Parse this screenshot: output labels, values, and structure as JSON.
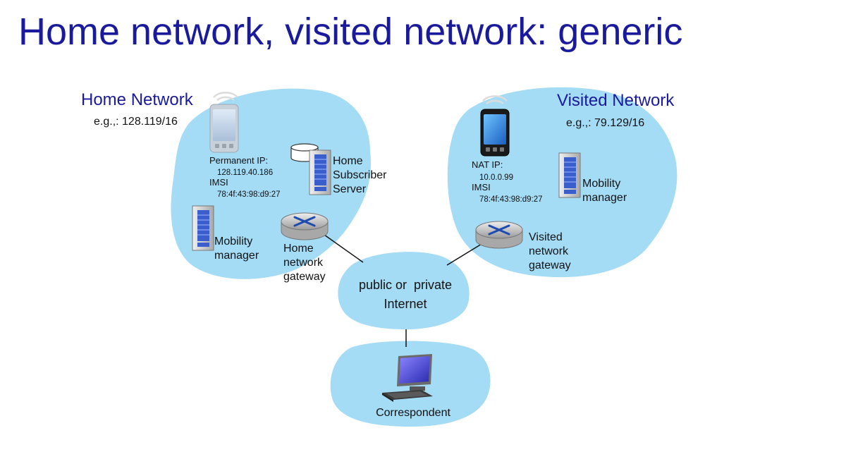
{
  "title": "Home network, visited network: generic",
  "home_network": {
    "name": "Home Network",
    "prefix": "e.g.,: 128.119/16",
    "phone": {
      "ip_label": "Permanent IP:",
      "ip_value": "128.119.40.186",
      "imsi_label": "IMSI",
      "imsi_value": "78:4f:43:98:d9:27"
    },
    "hss_label": [
      "Home",
      "Subscriber",
      "Server"
    ],
    "mobility_manager_label": [
      "Mobility",
      "manager"
    ],
    "gateway_label": [
      "Home",
      "network",
      "gateway"
    ]
  },
  "visited_network": {
    "name": "Visited Network",
    "prefix": "e.g.,: 79.129/16",
    "phone": {
      "ip_label": "NAT IP:",
      "ip_value": "10.0.0.99",
      "imsi_label": "IMSI",
      "imsi_value": "78:4f:43:98:d9:27"
    },
    "mobility_manager_label": [
      "Mobility",
      "manager"
    ],
    "gateway_label": [
      "Visited",
      "network",
      "gateway"
    ]
  },
  "internet": {
    "label": [
      "public or  private",
      "Internet"
    ]
  },
  "correspondent": {
    "label": "Correspondent"
  },
  "colors": {
    "title": "#1a1a9c",
    "cloud": "#a4dcf6",
    "server_body": "#d6d6d6",
    "server_stripe": "#3a5fcd",
    "router": "#cfcfcf",
    "router_arrows": "#1f4bb0"
  },
  "icons": [
    "phone-icon",
    "database-icon",
    "server-icon",
    "router-icon",
    "computer-icon",
    "wireless-signal-icon"
  ]
}
